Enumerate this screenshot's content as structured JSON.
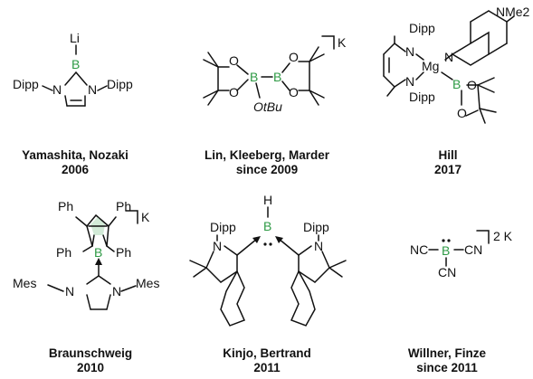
{
  "colors": {
    "boron": "#2e9a45",
    "ink": "#111111"
  },
  "compounds": [
    {
      "authors": "Yamashita, Nozaki",
      "year": "2006",
      "atoms": {
        "li": "Li",
        "b": "B",
        "n1": "N",
        "n2": "N",
        "dipp1": "Dipp",
        "dipp2": "Dipp"
      }
    },
    {
      "authors": "Lin, Kleeberg, Marder",
      "year": "since 2009",
      "atoms": {
        "o1": "O",
        "o2": "O",
        "o3": "O",
        "o4": "O",
        "b1": "B",
        "b2": "B",
        "otbu": "OtBu",
        "k": "K"
      }
    },
    {
      "authors": "Hill",
      "year": "2017",
      "atoms": {
        "dipp1": "Dipp",
        "dipp2": "Dipp",
        "n1": "N",
        "n2": "N",
        "npy": "N",
        "mg": "Mg",
        "b": "B",
        "o1": "O",
        "o2": "O",
        "nme2": "NMe2"
      }
    },
    {
      "authors": "Braunschweig",
      "year": "2010",
      "atoms": {
        "ph1": "Ph",
        "ph2": "Ph",
        "ph3": "Ph",
        "ph4": "Ph",
        "b": "B",
        "n1": "N",
        "n2": "N",
        "mes1": "Mes",
        "mes2": "Mes",
        "k": "K"
      }
    },
    {
      "authors": "Kinjo, Bertrand",
      "year": "2011",
      "atoms": {
        "h": "H",
        "b": "B",
        "n1": "N",
        "n2": "N",
        "dipp1": "Dipp",
        "dipp2": "Dipp"
      }
    },
    {
      "authors": "Willner, Finze",
      "year": "since 2011",
      "atoms": {
        "nc": "NC",
        "cn1": "CN",
        "cn2": "CN",
        "b": "B",
        "charge": "2 K"
      }
    }
  ]
}
